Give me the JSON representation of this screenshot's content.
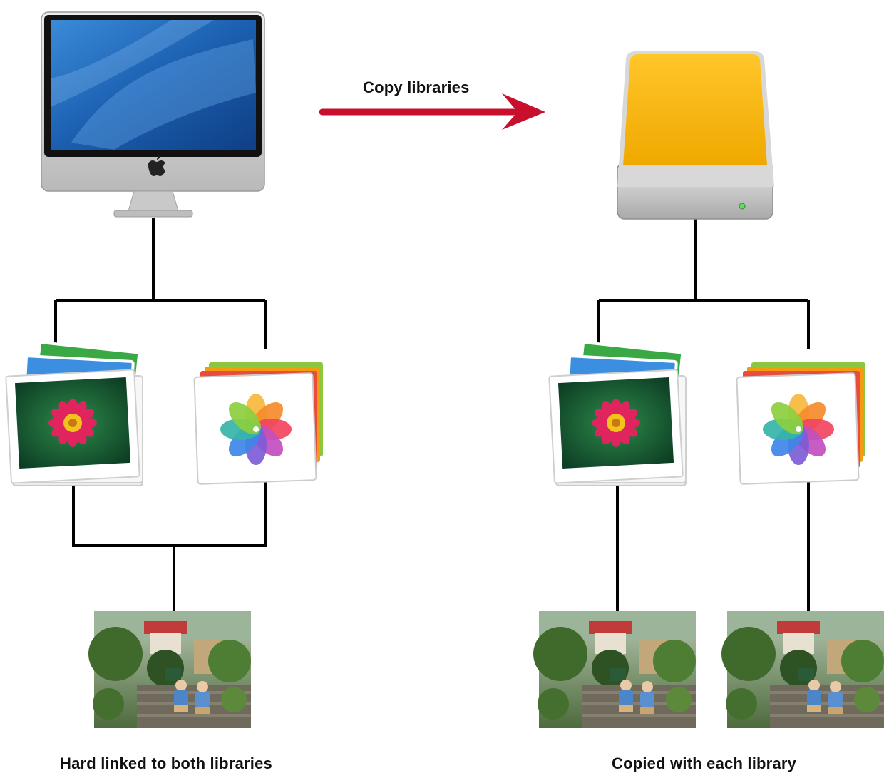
{
  "diagram": {
    "arrow_label": "Copy libraries",
    "left_caption": "Hard linked to both libraries",
    "right_caption": "Copied with each library",
    "colors": {
      "arrow": "#c8102e",
      "connector": "#000000",
      "drive_body": "#f5b400",
      "screen": "#1e5aa0"
    },
    "nodes": {
      "left_source": "imac-computer-icon",
      "right_source": "external-drive-icon",
      "library_a": "iphoto-library-icon",
      "library_b": "photos-library-icon",
      "photo": "family-photo"
    }
  }
}
